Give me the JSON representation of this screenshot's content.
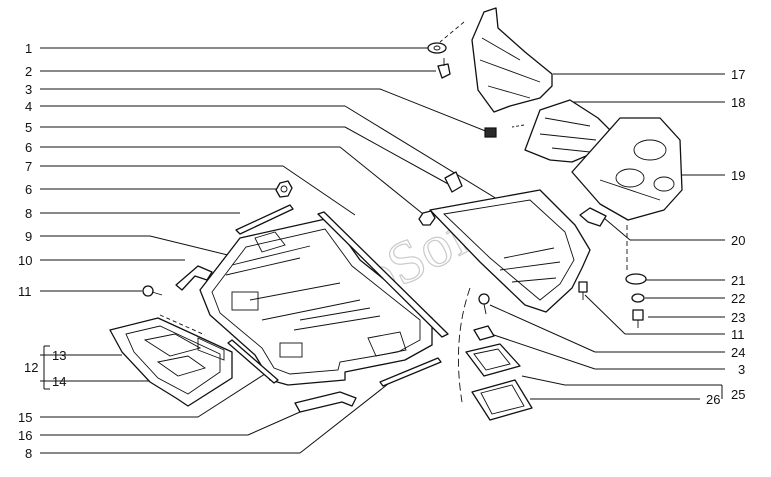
{
  "watermark": "AutoSoft",
  "callouts": {
    "c1": "1",
    "c2": "2",
    "c3": "3",
    "c4": "4",
    "c5": "5",
    "c6a": "6",
    "c6b": "6",
    "c7": "7",
    "c8a": "8",
    "c9": "9",
    "c10": "10",
    "c11a": "11",
    "c12": "12",
    "c13": "13",
    "c14": "14",
    "c15": "15",
    "c16": "16",
    "c8b": "8",
    "c17": "17",
    "c18": "18",
    "c19": "19",
    "c20": "20",
    "c21": "21",
    "c22": "22",
    "c23": "23",
    "c11b": "11",
    "c24": "24",
    "c3b": "3",
    "c26": "26",
    "c25": "25"
  }
}
